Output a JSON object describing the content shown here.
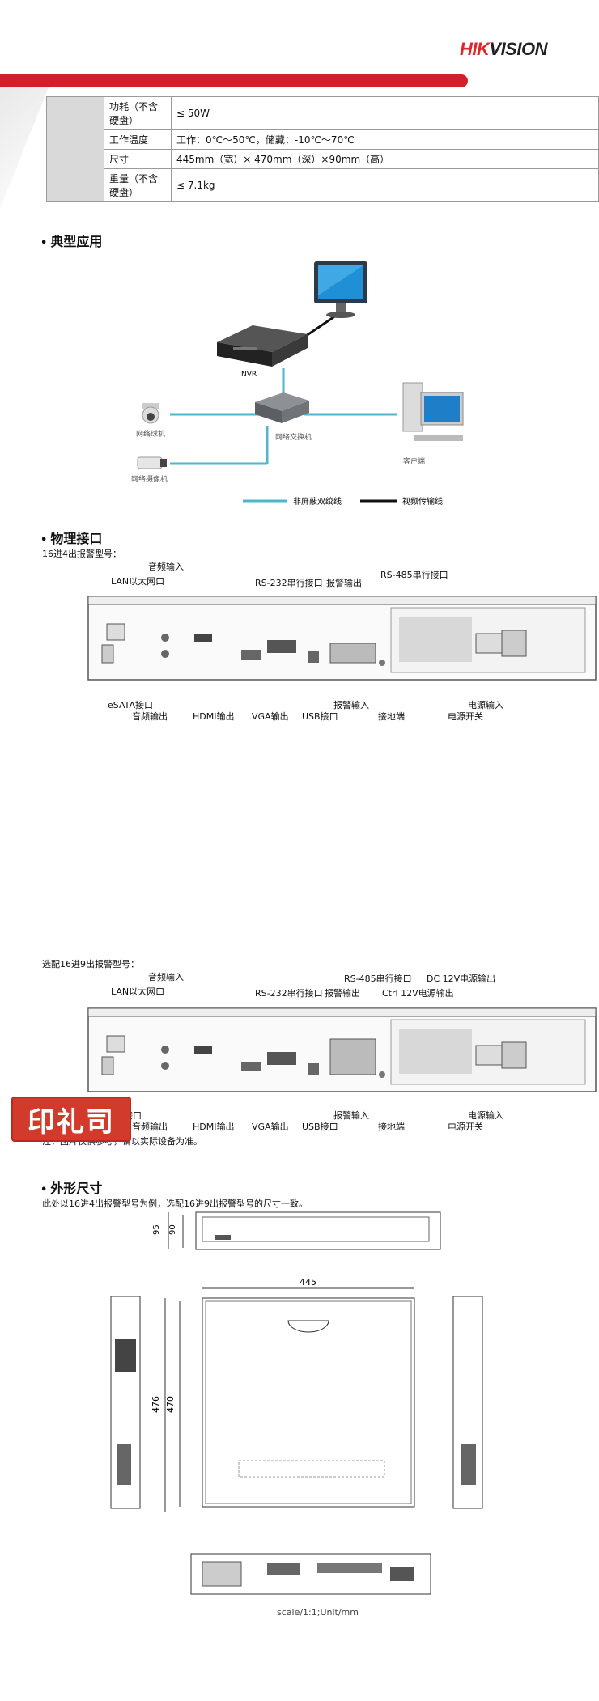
{
  "brand": {
    "hik": "HIK",
    "vision": "VISION"
  },
  "specs": [
    {
      "label": "功耗（不含硬盘）",
      "value": "≤ 50W"
    },
    {
      "label": "工作温度",
      "value": "工作：0℃～50℃，储藏：-10℃～70℃"
    },
    {
      "label": "尺寸",
      "value": "445mm（宽）× 470mm（深）×90mm（高）"
    },
    {
      "label": "重量（不含硬盘）",
      "value": "≤ 7.1kg"
    }
  ],
  "app": {
    "title": "典型应用",
    "nvr": "NVR",
    "dome": "网络球机",
    "camera": "网络摄像机",
    "switch": "网络交换机",
    "client": "客户端",
    "legend_utp": "非屏蔽双绞线",
    "legend_video": "视频传输线"
  },
  "phys": {
    "title": "物理接口",
    "sub1": "16进4出报警型号：",
    "sub2": "选配16进9出报警型号：",
    "lbl": {
      "audio_in": "音频输入",
      "lan": "LAN以太网口",
      "rs232": "RS-232串行接口",
      "alarm_out": "报警输出",
      "rs485": "RS-485串行接口",
      "esata": "eSATA接口",
      "audio_out": "音频输出",
      "hdmi": "HDMI输出",
      "vga": "VGA输出",
      "usb": "USB接口",
      "alarm_in": "报警输入",
      "ground": "接地端",
      "power_in": "电源输入",
      "power_sw": "电源开关",
      "dc12": "DC 12V电源输出",
      "ctrl12": "Ctrl 12V电源输出",
      "esata2": "接口"
    },
    "note": "注：图片仅供参考，请以实际设备为准。"
  },
  "dims": {
    "title": "外形尺寸",
    "desc": "此处以16进4出报警型号为例，选配16进9出报警型号的尺寸一致。",
    "d95": "95",
    "d90": "90",
    "d445": "445",
    "d476": "476",
    "d470": "470",
    "scale": "scale/1:1;Unit/mm"
  },
  "stamp": "印礼司"
}
